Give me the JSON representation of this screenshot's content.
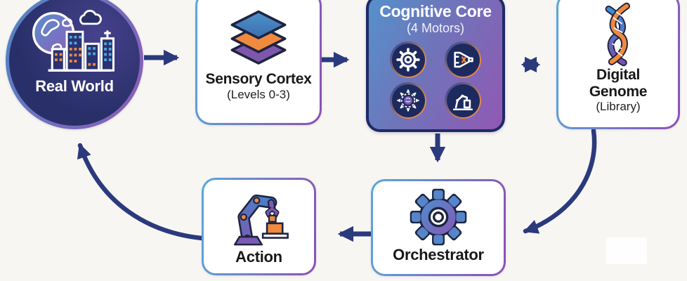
{
  "diagram": {
    "background": "#f7f6f3",
    "arrow_color": "#2b3a7c",
    "accent_colors": {
      "navy": "#1f2a66",
      "blue": "#4f92cc",
      "purple": "#8a55b2",
      "orange": "#ef8a3f",
      "border_gradient": [
        "#58a9dc",
        "#8d4fb4"
      ]
    },
    "nodes": {
      "real_world": {
        "label": "Real World",
        "icon": "globe-city-icon",
        "shape": "circle",
        "fill": "#293069"
      },
      "sensory_cortex": {
        "title": "Sensory Cortex",
        "subtitle": "(Levels 0-3)",
        "icon": "layers-icon"
      },
      "cognitive_core": {
        "title": "Cognitive Core",
        "subtitle": "(4 Motors)",
        "fill_gradient": [
          "#5591cb",
          "#9158b4"
        ],
        "motors": [
          {
            "icon": "gear-icon"
          },
          {
            "icon": "converge-icon"
          },
          {
            "icon": "radiate-brain-icon"
          },
          {
            "icon": "robot-arm-icon"
          }
        ]
      },
      "digital_genome": {
        "title": "Digital Genome",
        "subtitle": "(Library)",
        "icon": "dna-icon"
      },
      "orchestrator": {
        "title": "Orchestrator",
        "icon": "gradient-gear-icon"
      },
      "action": {
        "title": "Action",
        "icon": "robot-arm-color-icon"
      }
    },
    "edges": [
      {
        "from": "real_world",
        "to": "sensory_cortex",
        "type": "arrow"
      },
      {
        "from": "sensory_cortex",
        "to": "cognitive_core",
        "type": "arrow"
      },
      {
        "from": "cognitive_core",
        "to": "digital_genome",
        "type": "double-arrow"
      },
      {
        "from": "cognitive_core",
        "to": "orchestrator",
        "type": "arrow"
      },
      {
        "from": "digital_genome",
        "to": "orchestrator",
        "type": "curved-arrow"
      },
      {
        "from": "orchestrator",
        "to": "action",
        "type": "arrow"
      },
      {
        "from": "action",
        "to": "real_world",
        "type": "curved-arrow"
      }
    ]
  }
}
